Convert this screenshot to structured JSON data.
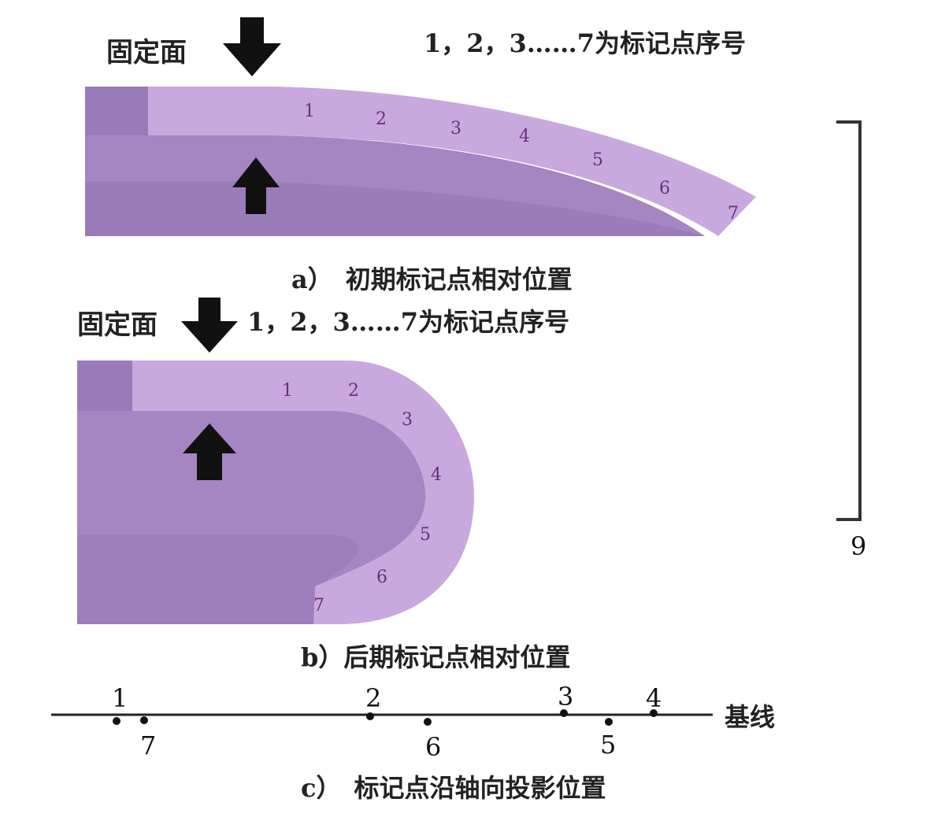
{
  "colors": {
    "body": "#a585c2",
    "body_dark": "#9070b0",
    "shell": "#c9a8dd",
    "marker_text": "#6a2f7c",
    "arrow": "#111111",
    "ink": "#222222"
  },
  "icons": [
    "arrow-down-icon",
    "arrow-up-icon"
  ],
  "panel_a": {
    "fixed_face_label": "固定面",
    "legend": "1，2，3……7为标记点序号",
    "caption": "a）　初期标记点相对位置",
    "markers": [
      "1",
      "2",
      "3",
      "4",
      "5",
      "6",
      "7"
    ]
  },
  "panel_b": {
    "fixed_face_label": "固定面",
    "legend": "1，2，3……7为标记点序号",
    "caption": "b）后期标记点相对位置",
    "markers": [
      "1",
      "2",
      "3",
      "4",
      "5",
      "6",
      "7"
    ]
  },
  "panel_c": {
    "caption": "c）　标记点沿轴向投影位置",
    "baseline_label": "基线",
    "points_above": [
      "1",
      "2",
      "3",
      "4"
    ],
    "points_below": [
      "7",
      "6",
      "5"
    ]
  },
  "bracket_label": "9"
}
